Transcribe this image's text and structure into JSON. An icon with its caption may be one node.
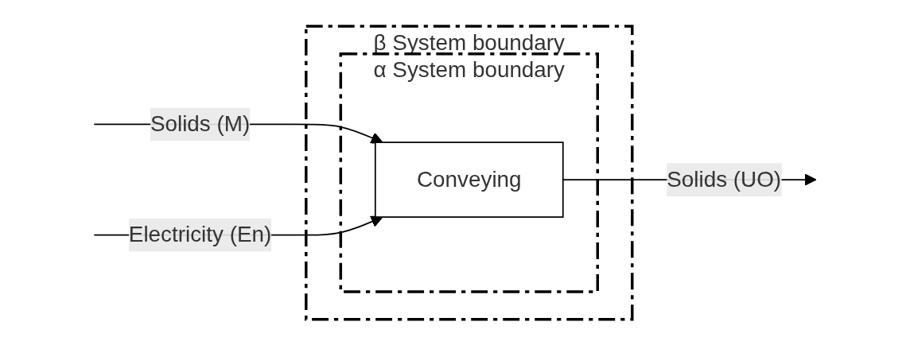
{
  "diagram": {
    "nodes": [
      {
        "text": [
          "β System boundary"
        ]
      },
      {
        "text": [
          "α System boundary"
        ],
        "in": 0
      },
      {
        "text": [
          "Conveying"
        ],
        "in": 1
      }
    ],
    "edges": [
      {
        "from": null,
        "to": 2,
        "arrow": "to",
        "label": "Solids (M)"
      },
      {
        "from": 2,
        "to": null,
        "arrow": "to",
        "label": "Solids (UO)"
      },
      {
        "from": null,
        "to": 2,
        "arrow": "to",
        "label": "Electricity (En)"
      }
    ]
  }
}
